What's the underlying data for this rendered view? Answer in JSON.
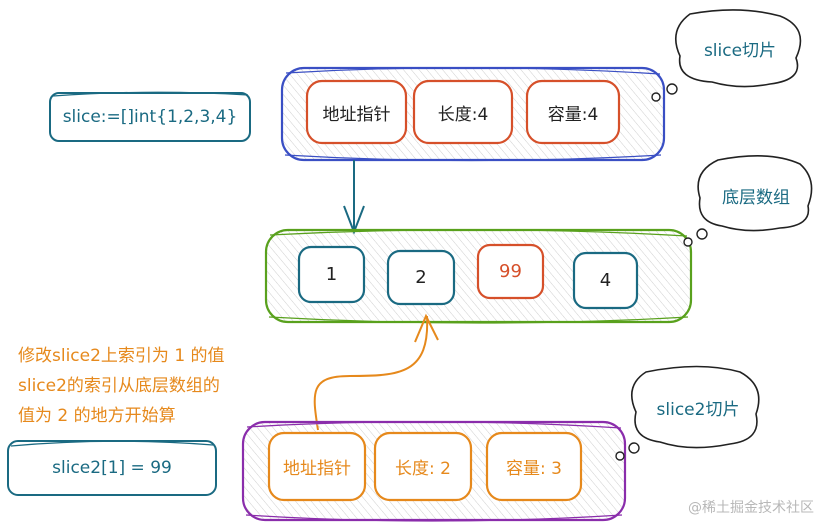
{
  "code_slice": "slice:=[]int{1,2,3,4}",
  "code_slice2": "slice2[1] = 99",
  "bubble_slice": "slice切片",
  "bubble_array": "底层数组",
  "bubble_slice2": "slice2切片",
  "slice_header": {
    "ptr": "地址指针",
    "len": "长度:4",
    "cap": "容量:4"
  },
  "slice2_header": {
    "ptr": "地址指针",
    "len": "长度: 2",
    "cap": "容量: 3"
  },
  "array": [
    "1",
    "2",
    "99",
    "4"
  ],
  "note": [
    "修改slice2上索引为 1 的值",
    "slice2的索引从底层数组的",
    "值为 2 的地方开始算"
  ],
  "watermark": "@稀土掘金技术社区",
  "colors": {
    "blue": "#3a4fc4",
    "green": "#59a11d",
    "purple": "#8a2dab",
    "red": "#d6502a",
    "orange": "#e6891c",
    "teal": "#1a6a82"
  }
}
